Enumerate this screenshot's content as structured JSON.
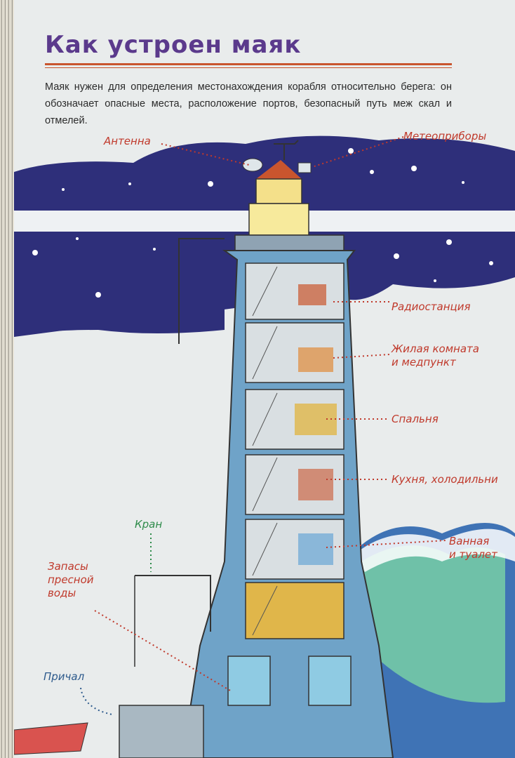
{
  "header": {
    "title": "Как устроен маяк",
    "intro": "Маяк нужен для определения местонахождения корабля относительно берега: он обозначает опасные места, расположение портов, безопасный путь меж скал и отмелей."
  },
  "labels": {
    "antenna": "Антенна",
    "weather": "Метеоприборы",
    "radio": "Радиостанция",
    "living": "Жилая комната\nи медпункт",
    "bedroom": "Спальня",
    "kitchen": "Кухня, холодильни",
    "bathroom": "Ванная\nи туалет",
    "crane": "Кран",
    "water": "Запасы\nпресной\nводы",
    "pier": "Причал"
  },
  "colors": {
    "title": "#5b3a8c",
    "accent": "#c9552e",
    "night_sky": "#2e2f7a",
    "tower": "#6fa3c8",
    "label_red": "#c0392b",
    "label_green": "#2e8b4a"
  }
}
